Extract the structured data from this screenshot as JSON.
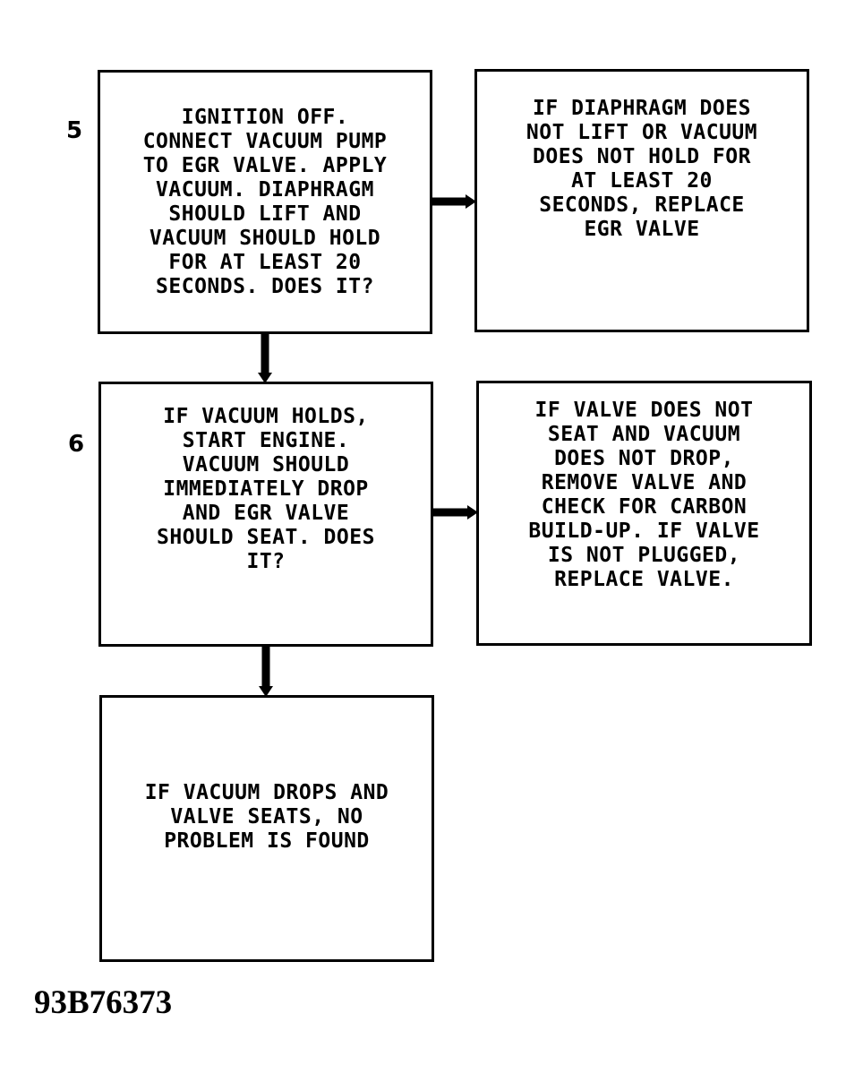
{
  "steps": [
    {
      "number": "5",
      "question": "IGNITION OFF.\nCONNECT VACUUM PUMP\nTO EGR VALVE. APPLY\nVACUUM. DIAPHRAGM\nSHOULD LIFT AND\nVACUUM SHOULD HOLD\nFOR AT LEAST 20\nSECONDS. DOES IT?",
      "no_result": "IF DIAPHRAGM DOES\nNOT LIFT OR VACUUM\nDOES NOT HOLD FOR\nAT LEAST 20\nSECONDS, REPLACE\nEGR VALVE"
    },
    {
      "number": "6",
      "question": "IF VACUUM HOLDS,\nSTART ENGINE.\nVACUUM SHOULD\nIMMEDIATELY DROP\nAND EGR VALVE\nSHOULD SEAT. DOES\nIT?",
      "no_result": "IF VALVE DOES NOT\nSEAT AND VACUUM\nDOES NOT DROP,\nREMOVE VALVE AND\nCHECK FOR CARBON\nBUILD-UP. IF VALVE\nIS NOT PLUGGED,\nREPLACE VALVE."
    }
  ],
  "final_result": "IF VACUUM DROPS AND\nVALVE SEATS, NO\nPROBLEM IS FOUND",
  "figure_id": "93B76373"
}
